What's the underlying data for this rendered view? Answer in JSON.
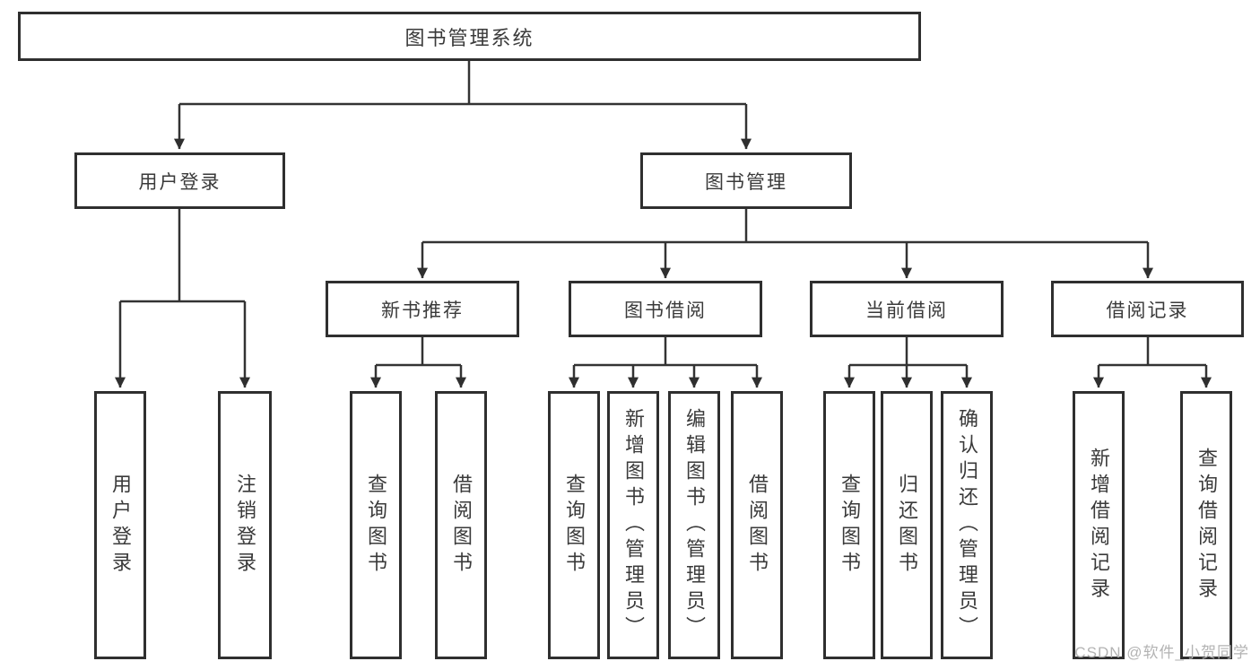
{
  "tree": {
    "root": "图书管理系统",
    "branches": [
      {
        "label": "用户登录",
        "children": [
          "用户登录",
          "注销登录"
        ]
      },
      {
        "label": "图书管理",
        "groups": [
          {
            "label": "新书推荐",
            "children": [
              "查询图书",
              "借阅图书"
            ]
          },
          {
            "label": "图书借阅",
            "children": [
              "查询图书",
              "新增图书（管理员）",
              "编辑图书（管理员）",
              "借阅图书"
            ]
          },
          {
            "label": "当前借阅",
            "children": [
              "查询图书",
              "归还图书",
              "确认归还（管理员）"
            ]
          },
          {
            "label": "借阅记录",
            "children": [
              "新增借阅记录",
              "查询借阅记录"
            ]
          }
        ]
      }
    ]
  },
  "watermark": "CSDN @软件_小贺同学",
  "colors": {
    "line": "#333333",
    "box_border": "#2f2f2f",
    "text": "#3a3a3a",
    "background": "#ffffff",
    "watermark": "#b3b3b3"
  }
}
